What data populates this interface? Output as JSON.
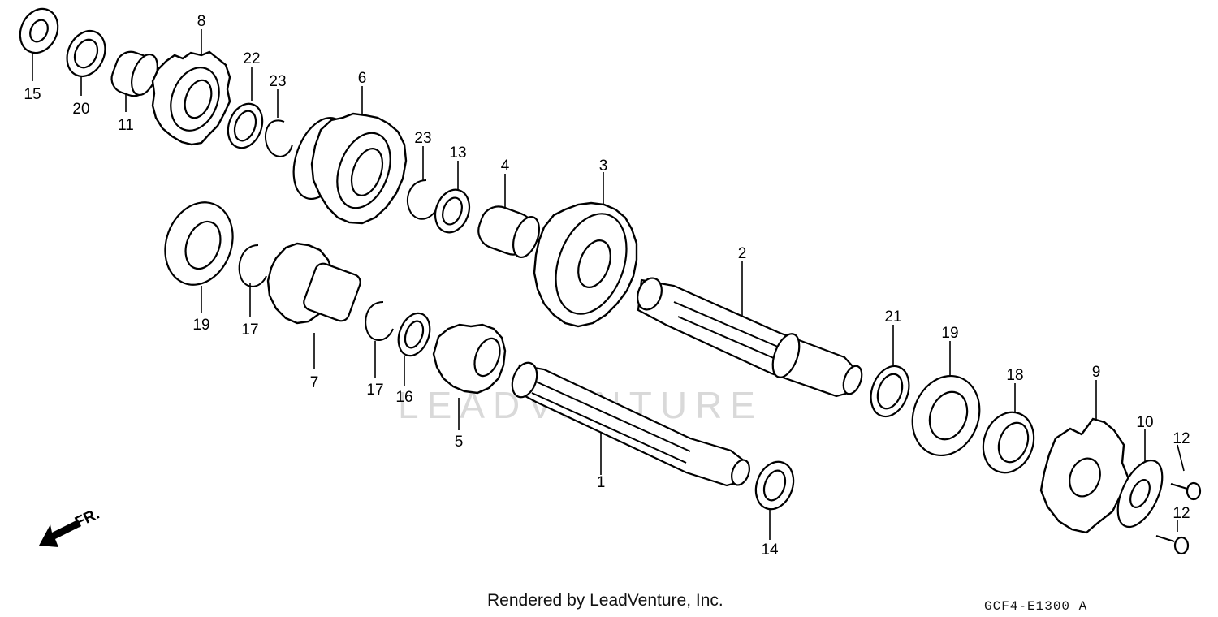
{
  "watermark": "LEADVENTURE",
  "footer": {
    "rendered_by": "Rendered by LeadVenture, Inc.",
    "diagram_code": "GCF4-E1300 A"
  },
  "direction_label": "FR.",
  "callouts": [
    "1",
    "2",
    "3",
    "4",
    "5",
    "6",
    "7",
    "8",
    "9",
    "10",
    "11",
    "12",
    "12",
    "13",
    "14",
    "15",
    "16",
    "17",
    "17",
    "18",
    "19",
    "19",
    "20",
    "21",
    "22",
    "23",
    "23"
  ]
}
